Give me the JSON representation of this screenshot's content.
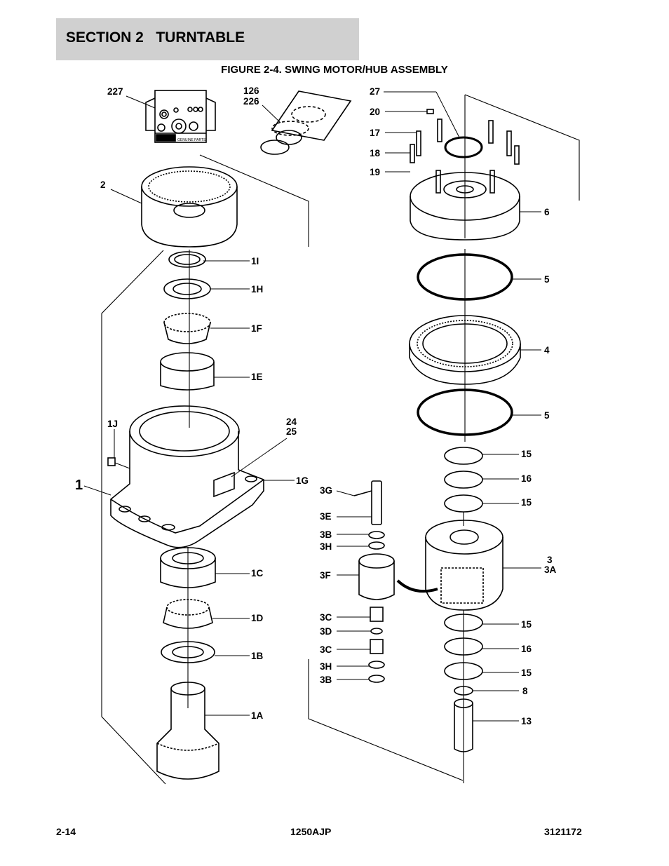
{
  "header": {
    "section": "SECTION 2   TURNTABLE"
  },
  "figure": {
    "title": "FIGURE 2-4. SWING MOTOR/HUB ASSEMBLY",
    "callouts": [
      "227",
      "126",
      "226",
      "2",
      "1I",
      "1H",
      "1F",
      "1E",
      "1J",
      "24",
      "25",
      "1",
      "1G",
      "1C",
      "1D",
      "1B",
      "1A",
      "27",
      "20",
      "17",
      "18",
      "19",
      "6",
      "5",
      "4",
      "5",
      "15",
      "16",
      "15",
      "3G",
      "3E",
      "3B",
      "3H",
      "3F",
      "3",
      "3A",
      "3C",
      "3D",
      "3C",
      "3H",
      "3B",
      "15",
      "16",
      "15",
      "8",
      "13"
    ],
    "kit_label": "GENUINE PARTS"
  },
  "footer": {
    "page": "2-14",
    "model": "1250AJP",
    "doc_number": "3121172"
  }
}
